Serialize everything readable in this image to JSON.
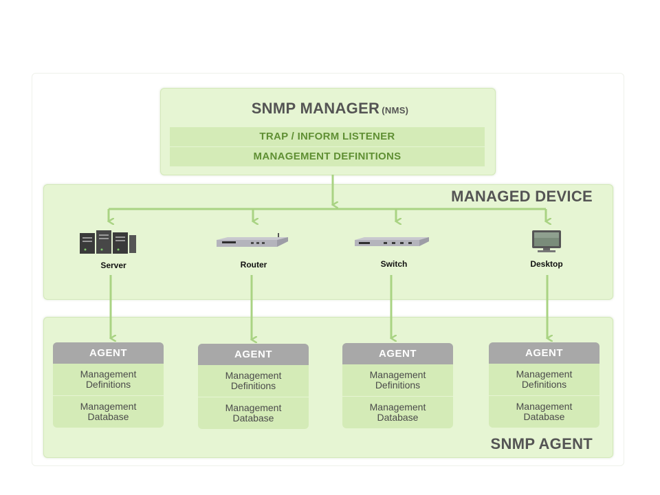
{
  "manager": {
    "title": "SNMP MANAGER",
    "suffix": "(NMS)",
    "rows": [
      "TRAP / INFORM LISTENER",
      "MANAGEMENT DEFINITIONS"
    ]
  },
  "managed_device": {
    "title": "MANAGED DEVICE",
    "devices": [
      {
        "label": "Server",
        "icon": "server-icon"
      },
      {
        "label": "Router",
        "icon": "router-icon"
      },
      {
        "label": "Switch",
        "icon": "switch-icon"
      },
      {
        "label": "Desktop",
        "icon": "desktop-icon"
      }
    ]
  },
  "snmp_agent": {
    "title": "SNMP AGENT",
    "agents": [
      {
        "header": "AGENT",
        "definitions": "Management\nDefinitions",
        "database": "Management\nDatabase"
      },
      {
        "header": "AGENT",
        "definitions": "Management\nDefinitions",
        "database": "Management\nDatabase"
      },
      {
        "header": "AGENT",
        "definitions": "Management\nDefinitions",
        "database": "Management\nDatabase"
      },
      {
        "header": "AGENT",
        "definitions": "Management\nDefinitions",
        "database": "Management\nDatabase"
      }
    ]
  },
  "colors": {
    "panel_fill": "#e6f5d3",
    "row_fill": "#d4ebb7",
    "connector": "#a9d383",
    "agent_header": "#a8a8a8",
    "title_text": "#545454",
    "row_text": "#5f8f33"
  }
}
